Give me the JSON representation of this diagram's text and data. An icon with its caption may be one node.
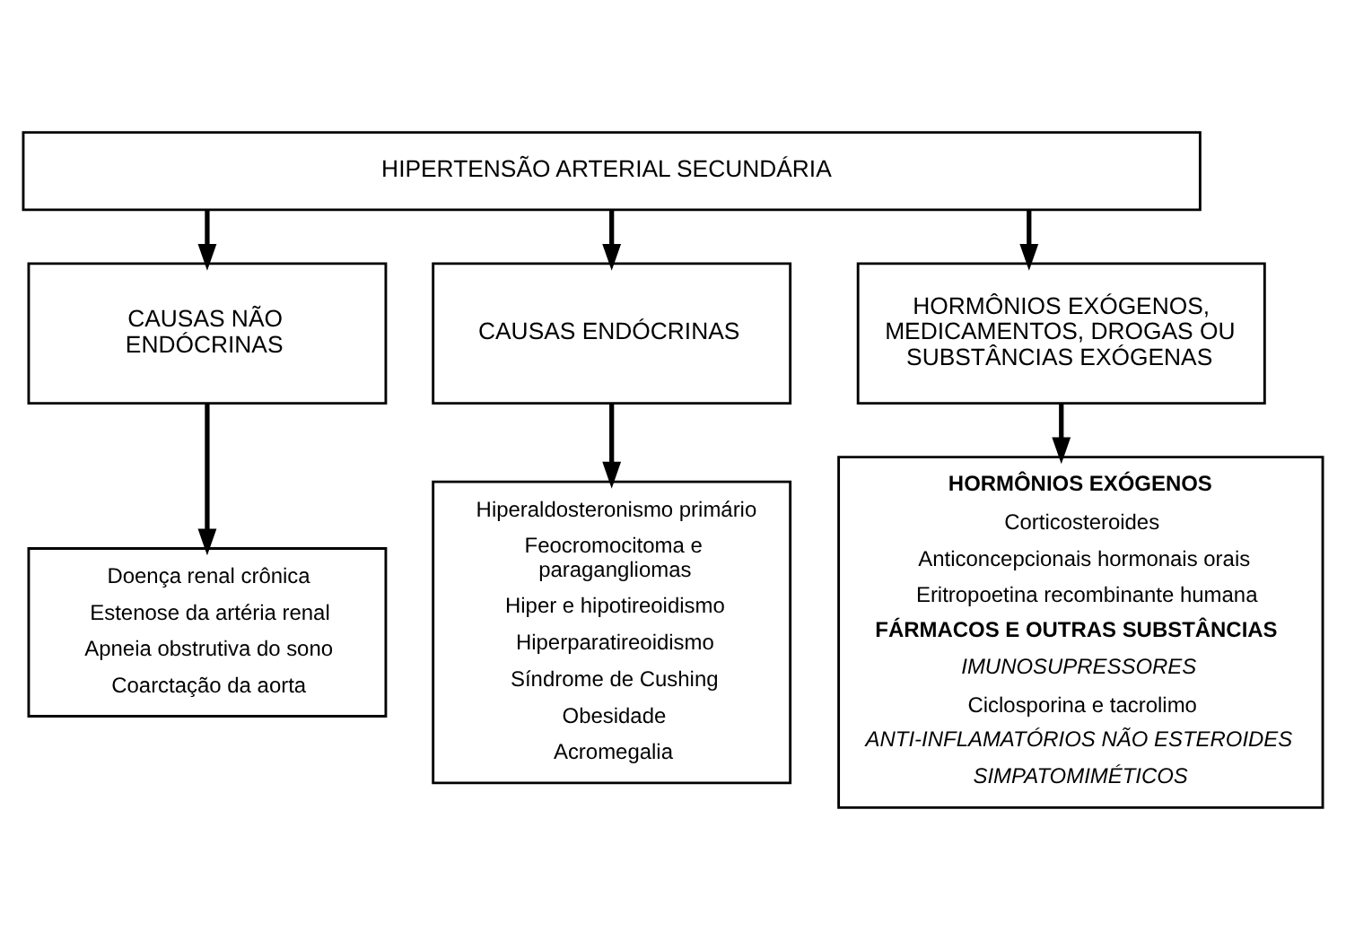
{
  "diagram": {
    "nodes": [
      {
        "text": [
          "HIPERTENSÃO ARTERIAL SECUNDÁRIA"
        ]
      },
      {
        "text": [
          "CAUSAS NÃO ENDÓCRINAS"
        ]
      },
      {
        "text": [
          "CAUSAS ENDÓCRINAS"
        ]
      },
      {
        "text": [
          "HORMÔNIOS EXÓGENOS, MEDICAMENTOS, DROGAS OU SUBSTÂNCIAS EXÓGENAS"
        ]
      },
      {
        "text": [
          "Doença renal crônica",
          "Estenose da artéria renal",
          "Apneia obstrutiva do sono",
          "Coarctação da aorta"
        ]
      },
      {
        "text": [
          "Hiperaldosteronismo primário",
          "Feocromocitoma e paragangliomas",
          "Hiper e hipotireoidismo",
          "Hiperparatireoidismo",
          "Síndrome de Cushing",
          "Obesidade",
          "Acromegalia"
        ]
      },
      {
        "text": [
          "HORMÔNIOS EXÓGENOS",
          "Corticosteroides",
          "Anticoncepcionais hormonais orais",
          "Eritropoetina recombinante humana",
          "FÁRMACOS E OUTRAS SUBSTÂNCIAS",
          "IMUNOSUPRESSORES",
          "Ciclosporina e tacrolimo",
          "ANTI-INFLAMATÓRIOS NÃO ESTEROIDES",
          "SIMPATOMIMÉTICOS"
        ]
      }
    ],
    "edges": [
      {
        "from": 0,
        "to": 1,
        "arrow": "to"
      },
      {
        "from": 0,
        "to": 2,
        "arrow": "to"
      },
      {
        "from": 0,
        "to": 3,
        "arrow": "to"
      },
      {
        "from": 1,
        "to": 4,
        "arrow": "to"
      },
      {
        "from": 2,
        "to": 5,
        "arrow": "to"
      },
      {
        "from": 3,
        "to": 6,
        "arrow": "to"
      }
    ]
  }
}
